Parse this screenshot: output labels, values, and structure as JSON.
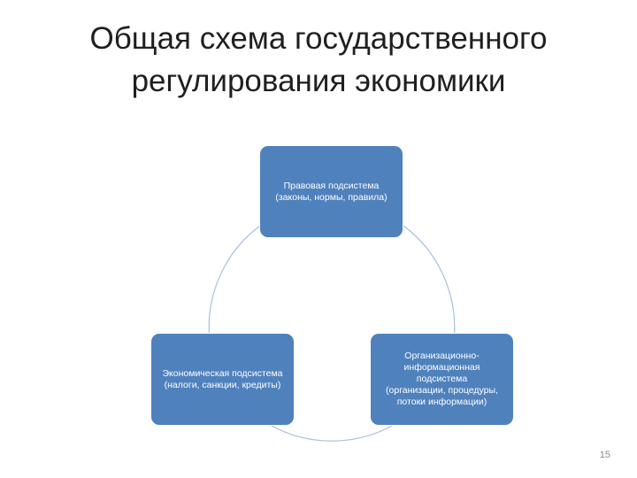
{
  "slide": {
    "title_line1": "Общая схема  государственного",
    "title_line2": "регулирования экономики",
    "page_number": "15"
  },
  "diagram": {
    "type": "cycle",
    "colors": {
      "node_fill": "#4f81bd",
      "node_text": "#ffffff",
      "connector": "#a7bfde"
    },
    "nodes": [
      {
        "lines": [
          "Правовая подсистема",
          "(законы, нормы, правила)"
        ]
      },
      {
        "lines": [
          "Экономическая подсистема",
          "(налоги, санкции, кредиты)"
        ]
      },
      {
        "lines": [
          "Организационно-",
          "информационная",
          "подсистема",
          "(организации, процедуры,",
          "потоки информации)"
        ]
      }
    ]
  }
}
